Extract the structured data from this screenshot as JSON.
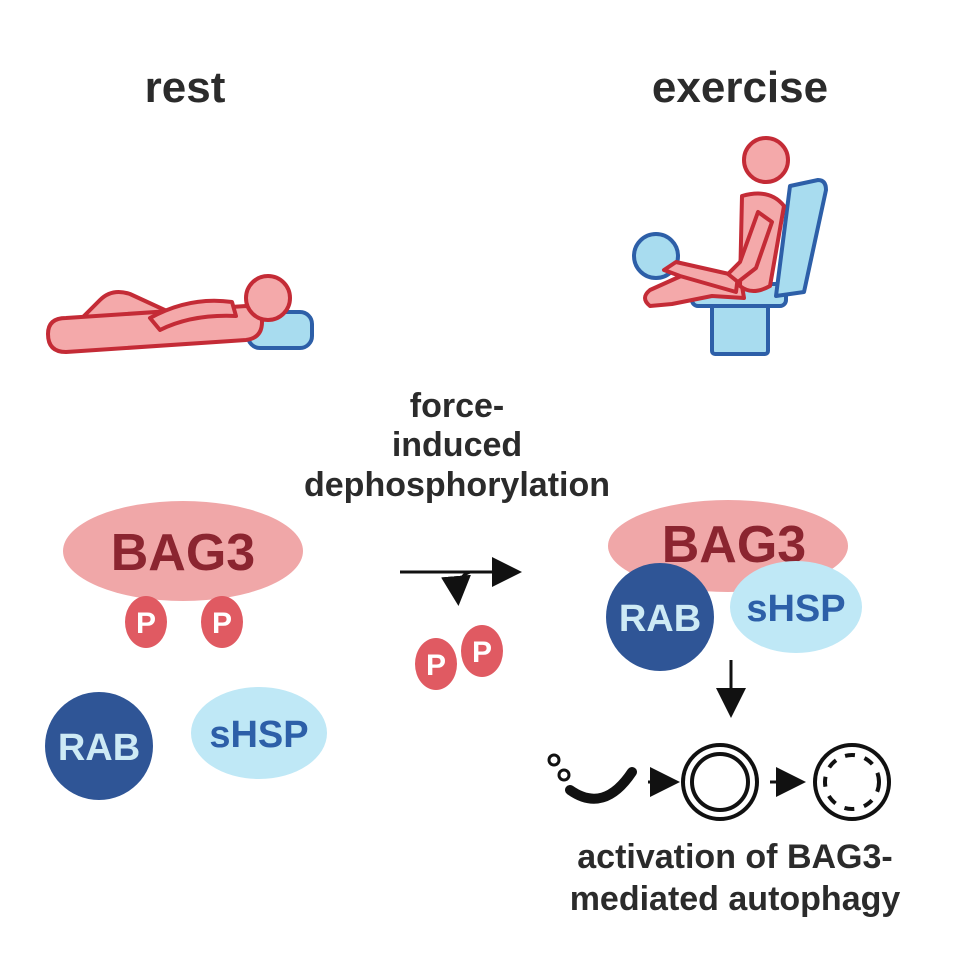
{
  "colors": {
    "person_fill": "#f4a9aa",
    "person_stroke": "#c42b36",
    "furniture_fill": "#a8dcef",
    "furniture_stroke": "#2d5fa8",
    "bag3_fill": "#f0a7a8",
    "bag3_text": "#8b2530",
    "phosphate_fill": "#e05a62",
    "rab_fill": "#2f5596",
    "shsp_fill": "#bfe8f6",
    "text": "#2b2b2b"
  },
  "icons": [
    "resting-person-icon",
    "exercising-person-icon",
    "pillow-icon",
    "exercise-machine-icon",
    "autophagy-vesicle-icon"
  ],
  "rest_panel": {
    "title": "rest",
    "bag3": "BAG3",
    "phosphate_1": "P",
    "phosphate_2": "P",
    "rab": "RAB",
    "shsp": "sHSP"
  },
  "transition": {
    "label_line1": "force-",
    "label_line2": "induced",
    "label_line3": "dephosphorylation",
    "released_phosphate_1": "P",
    "released_phosphate_2": "P"
  },
  "exercise_panel": {
    "title": "exercise",
    "bag3": "BAG3",
    "rab": "RAB",
    "shsp": "sHSP",
    "outcome_line1": "activation of BAG3-",
    "outcome_line2": "mediated autophagy"
  }
}
